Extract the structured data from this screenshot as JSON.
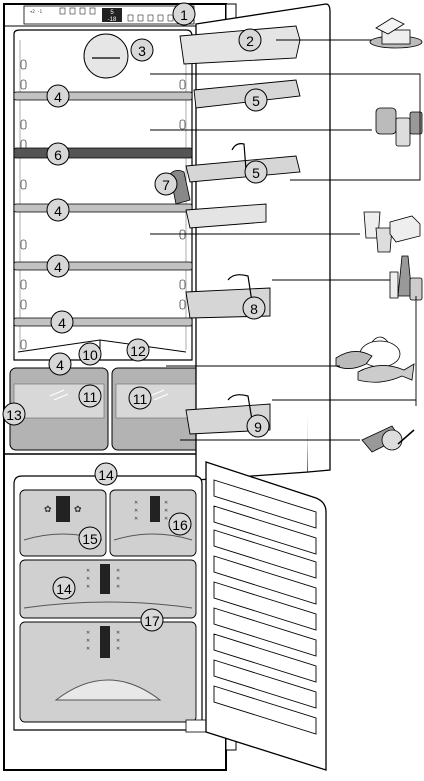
{
  "diagram": {
    "callouts": [
      "1",
      "2",
      "3",
      "4",
      "5",
      "6",
      "7",
      "8",
      "9",
      "10",
      "11",
      "12",
      "13",
      "14",
      "15",
      "16",
      "17"
    ],
    "control_panel": {
      "display_top": "5",
      "display_bottom": "-18"
    },
    "items": {
      "cheese": "cheese-icon",
      "jars": "jars-icon",
      "yogurt_butter": "yogurt-butter-icon",
      "bottles": "bottles-icon",
      "fish_teapot": "fish-icon",
      "vegetables": "vegetables-icon"
    },
    "colors": {
      "line": "#000000",
      "shelf": "#9a9a9a",
      "drawer": "#b9b9b9",
      "callout_fill": "#d8d8d8",
      "background": "#ffffff"
    }
  }
}
